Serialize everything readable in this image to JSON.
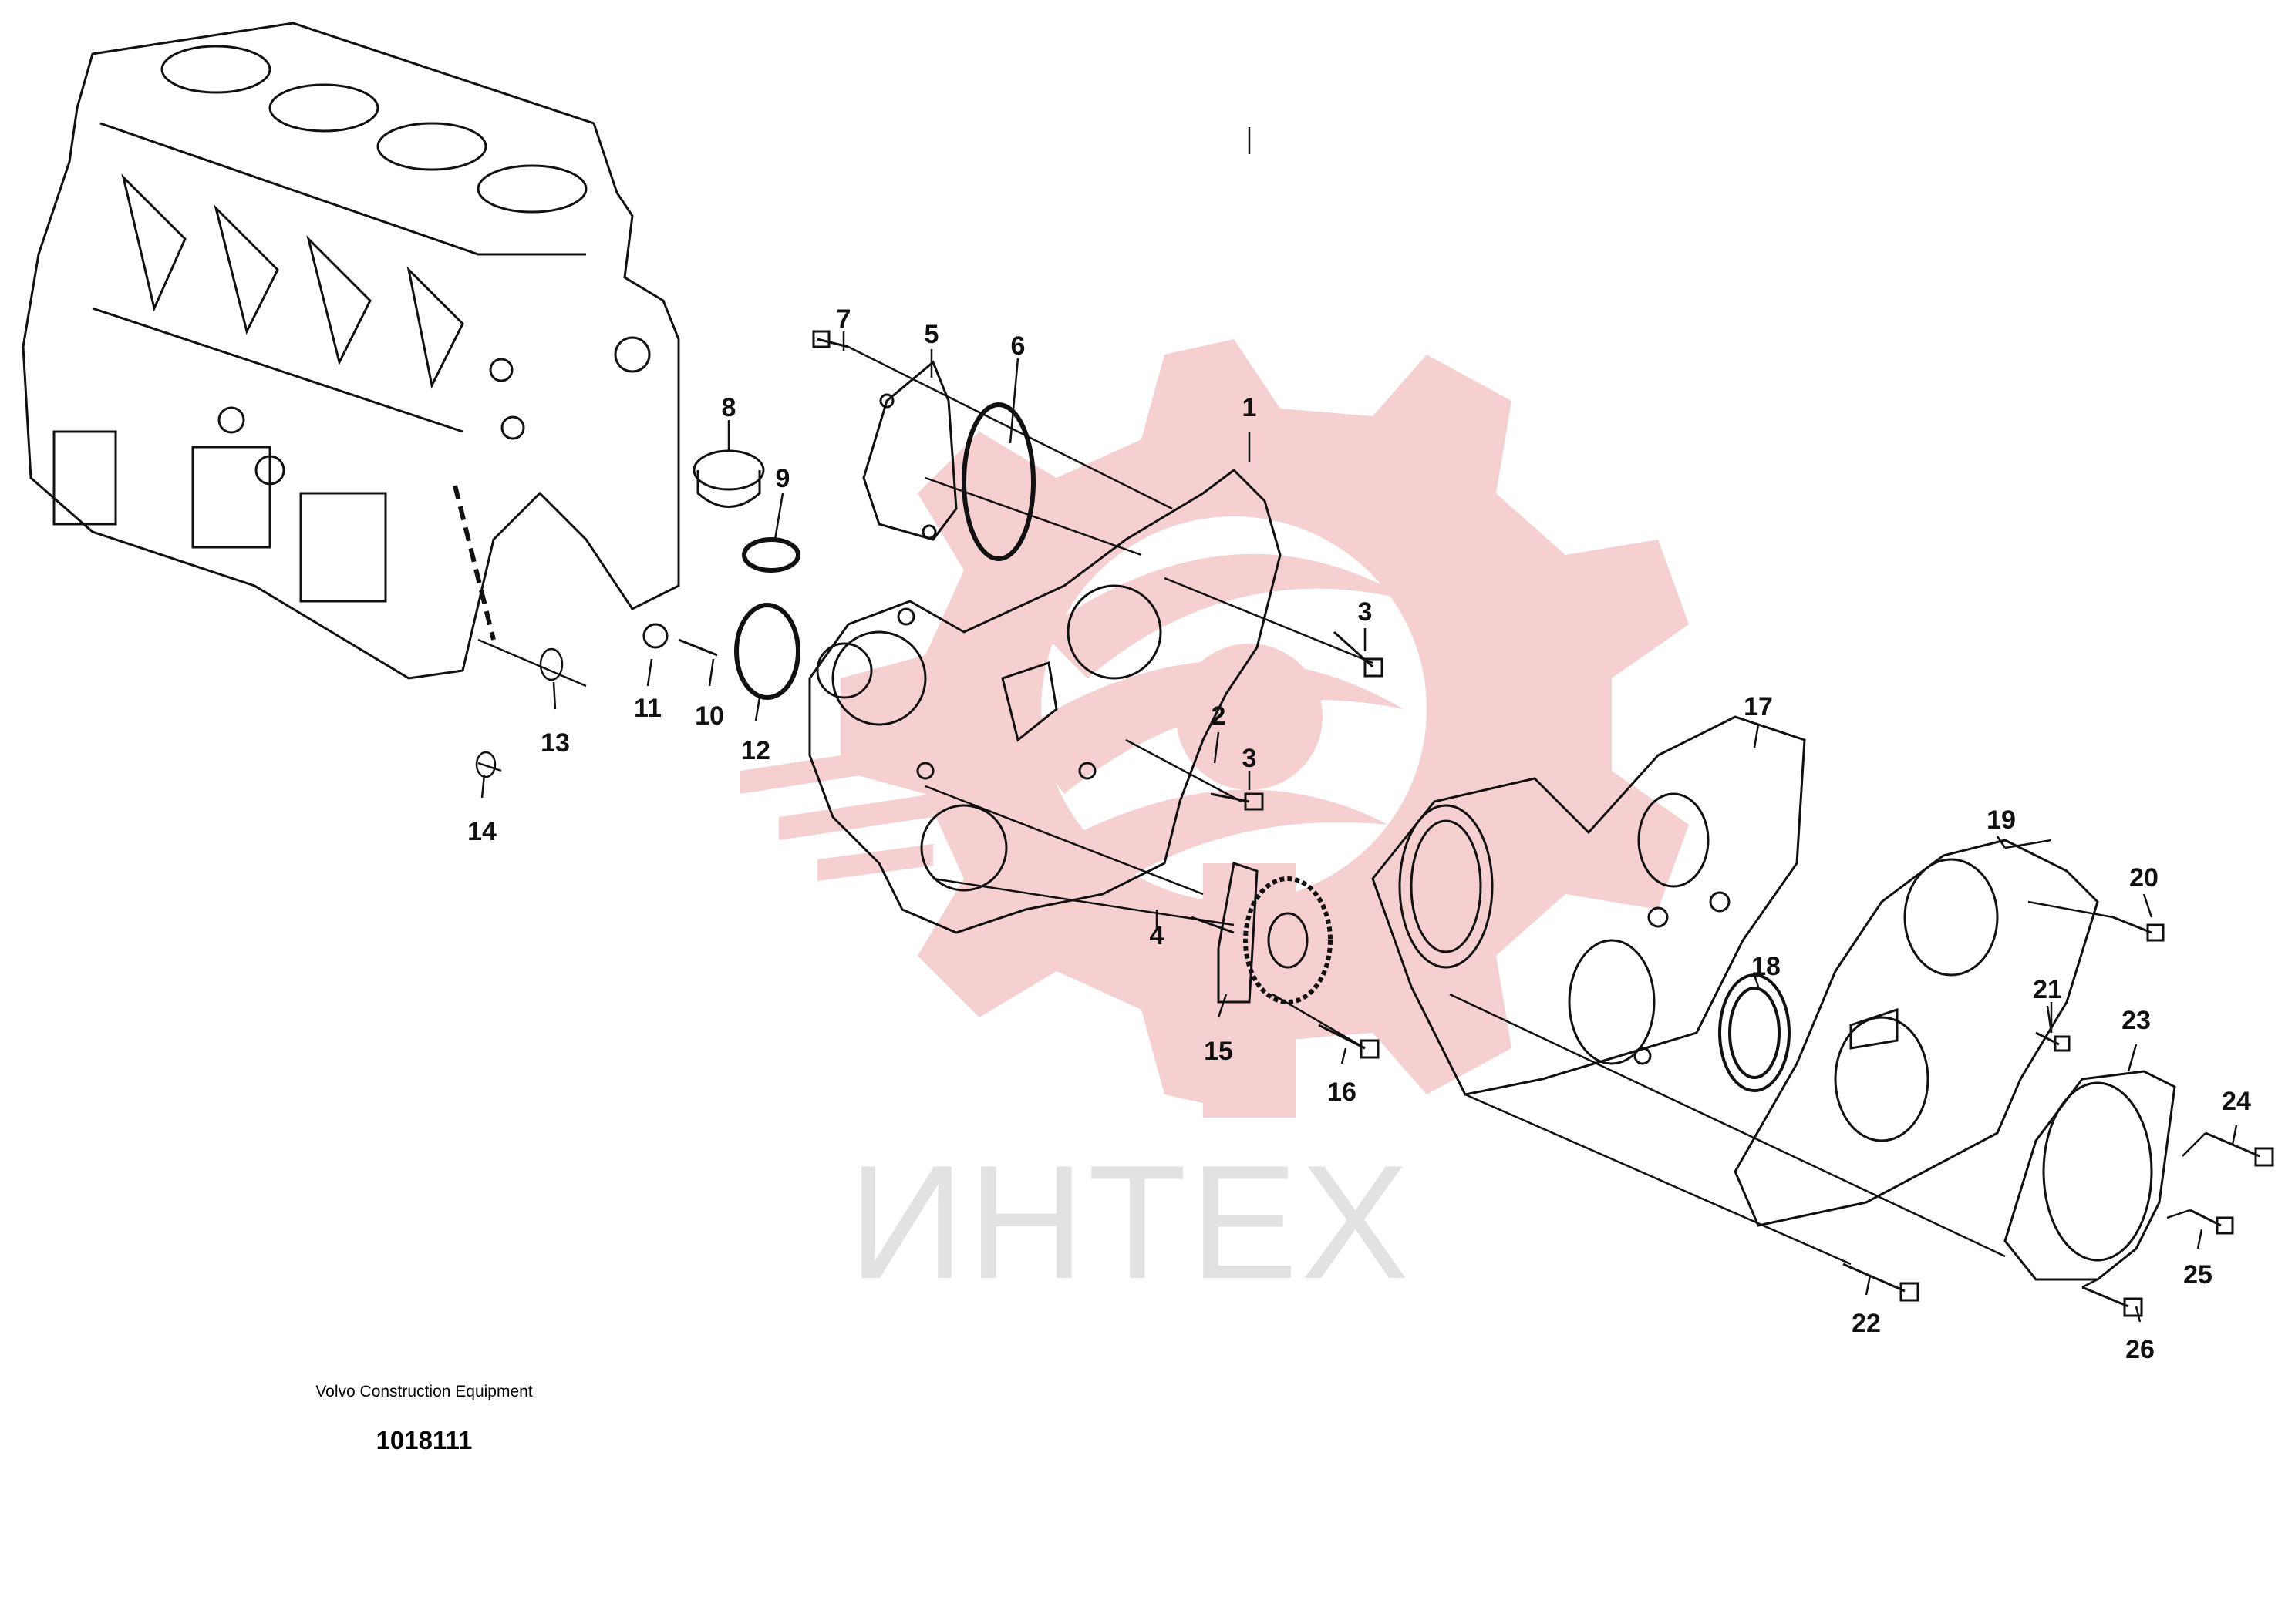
{
  "diagram": {
    "manufacturer_caption": "Volvo Construction Equipment",
    "document_number": "1018111",
    "watermark_text": "ИНТЕХ",
    "callouts": [
      "1",
      "2",
      "3",
      "3",
      "4",
      "5",
      "6",
      "7",
      "8",
      "9",
      "10",
      "11",
      "12",
      "13",
      "14",
      "15",
      "16",
      "17",
      "18",
      "19",
      "20",
      "21",
      "22",
      "23",
      "24",
      "25",
      "26"
    ],
    "colors": {
      "line": "#111111",
      "watermark_red": "#f3c9c9",
      "watermark_text": "#e2e2e2"
    }
  }
}
